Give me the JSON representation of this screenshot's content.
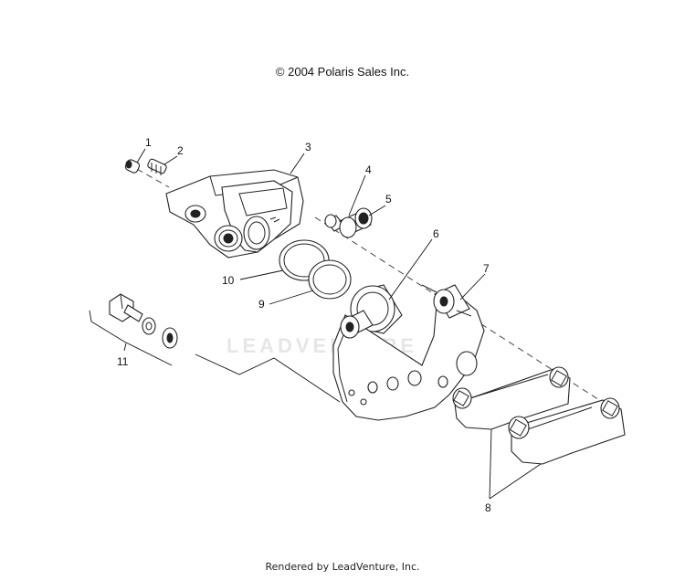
{
  "header": {
    "copyright": "© 2004 Polaris Sales Inc."
  },
  "watermark": "LEADVENTURE",
  "footer": {
    "rendered_by": "Rendered by LeadVenture, Inc."
  },
  "callouts": [
    "1",
    "2",
    "3",
    "4",
    "5",
    "6",
    "7",
    "8",
    "9",
    "10",
    "11"
  ]
}
